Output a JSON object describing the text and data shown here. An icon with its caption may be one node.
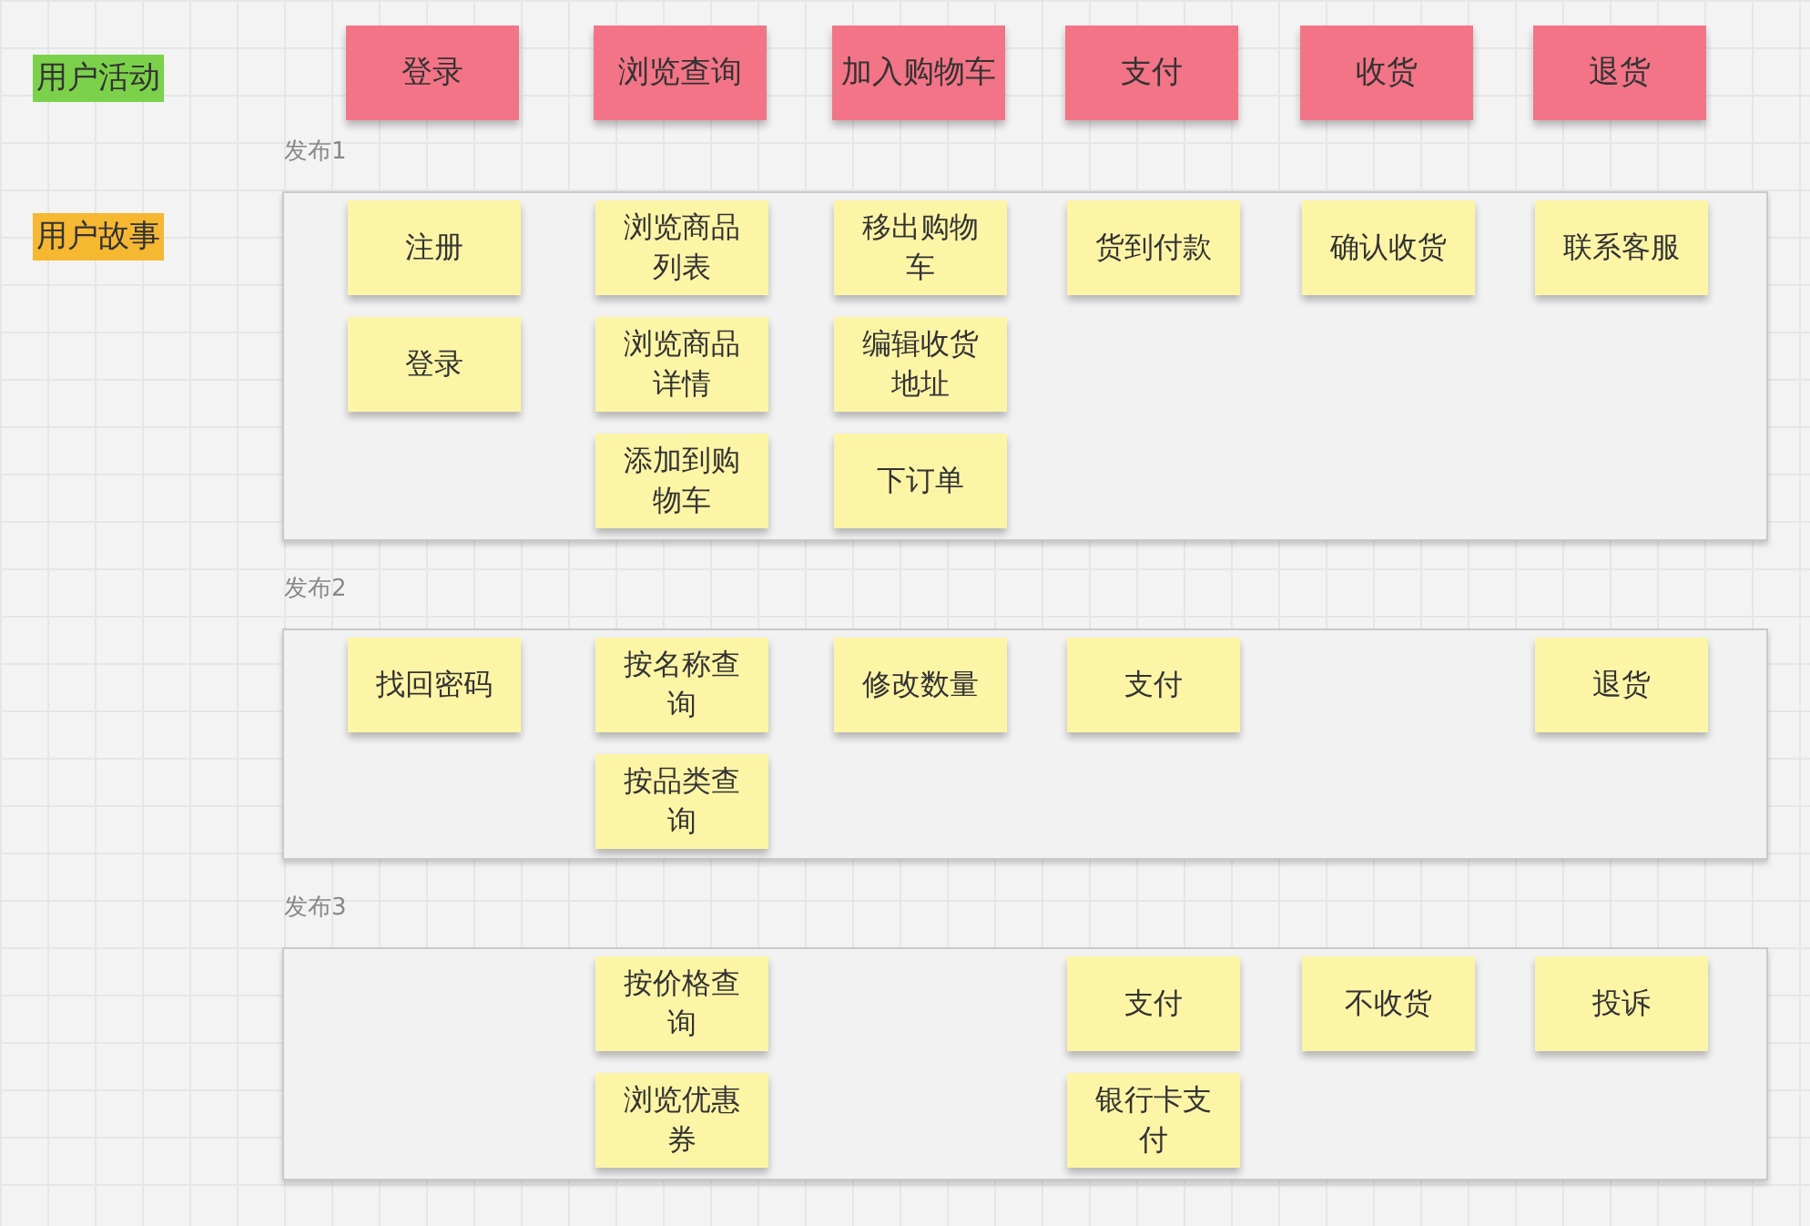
{
  "diagram": {
    "nodes": [
      {
        "text": [
          "用户活动"
        ]
      },
      {
        "text": [
          "登录"
        ]
      },
      {
        "text": [
          "浏览查询"
        ]
      },
      {
        "text": [
          "加入购物车"
        ]
      },
      {
        "text": [
          "支付"
        ]
      },
      {
        "text": [
          "收货"
        ]
      },
      {
        "text": [
          "退货"
        ]
      },
      {
        "text": [
          "用户故事"
        ]
      },
      {
        "text": [
          "发布1"
        ]
      },
      {
        "text": [
          "注册"
        ],
        "in": 8
      },
      {
        "text": [
          "浏览商品列表"
        ],
        "in": 8
      },
      {
        "text": [
          "移出购物车"
        ],
        "in": 8
      },
      {
        "text": [
          "货到付款"
        ],
        "in": 8
      },
      {
        "text": [
          "确认收货"
        ],
        "in": 8
      },
      {
        "text": [
          "联系客服"
        ],
        "in": 8
      },
      {
        "text": [
          "登录"
        ],
        "in": 8
      },
      {
        "text": [
          "浏览商品详情"
        ],
        "in": 8
      },
      {
        "text": [
          "编辑收货地址"
        ],
        "in": 8
      },
      {
        "text": [
          "添加到购物车"
        ],
        "in": 8
      },
      {
        "text": [
          "下订单"
        ],
        "in": 8
      },
      {
        "text": [
          "发布2"
        ]
      },
      {
        "text": [
          "找回密码"
        ],
        "in": 20
      },
      {
        "text": [
          "按名称查询"
        ],
        "in": 20
      },
      {
        "text": [
          "修改数量"
        ],
        "in": 20
      },
      {
        "text": [
          "支付"
        ],
        "in": 20
      },
      {
        "text": [
          "退货"
        ],
        "in": 20
      },
      {
        "text": [
          "按品类查询"
        ],
        "in": 20
      },
      {
        "text": [
          "发布3"
        ]
      },
      {
        "text": [
          "按价格查询"
        ],
        "in": 27
      },
      {
        "text": [
          "支付"
        ],
        "in": 27
      },
      {
        "text": [
          "不收货"
        ],
        "in": 27
      },
      {
        "text": [
          "投诉"
        ],
        "in": 27
      },
      {
        "text": [
          "浏览优惠券"
        ],
        "in": 27
      },
      {
        "text": [
          "银行卡支付"
        ],
        "in": 27
      }
    ],
    "edges": []
  }
}
